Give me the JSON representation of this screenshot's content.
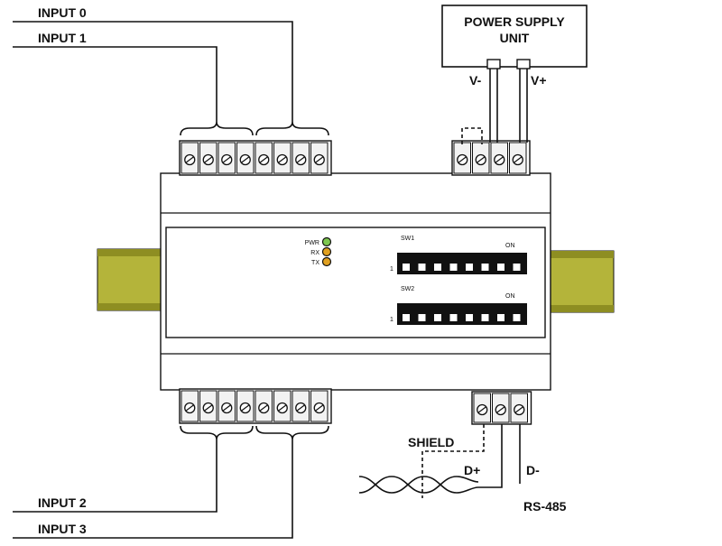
{
  "labels": {
    "input0": "INPUT 0",
    "input1": "INPUT 1",
    "input2": "INPUT 2",
    "input3": "INPUT 3",
    "psu_line1": "POWER SUPPLY",
    "psu_line2": "UNIT",
    "v_minus": "V-",
    "v_plus": "V+",
    "shield": "SHIELD",
    "d_plus": "D+",
    "d_minus": "D-",
    "rs485": "RS-485"
  },
  "leds": [
    {
      "label": "PWR",
      "color": "#7ec850"
    },
    {
      "label": "RX",
      "color": "#e0a020"
    },
    {
      "label": "TX",
      "color": "#e0a020"
    }
  ],
  "switches": [
    {
      "title": "SW1",
      "on_label": "ON",
      "first_label": "1"
    },
    {
      "title": "SW2",
      "on_label": "ON",
      "first_label": "1"
    }
  ],
  "colors": {
    "din_rail": "#b4b43a",
    "din_rail_dark": "#8e8e22",
    "outline": "#111111",
    "terminal_fill": "#f2f2f2",
    "switch_bank": "#111111"
  }
}
